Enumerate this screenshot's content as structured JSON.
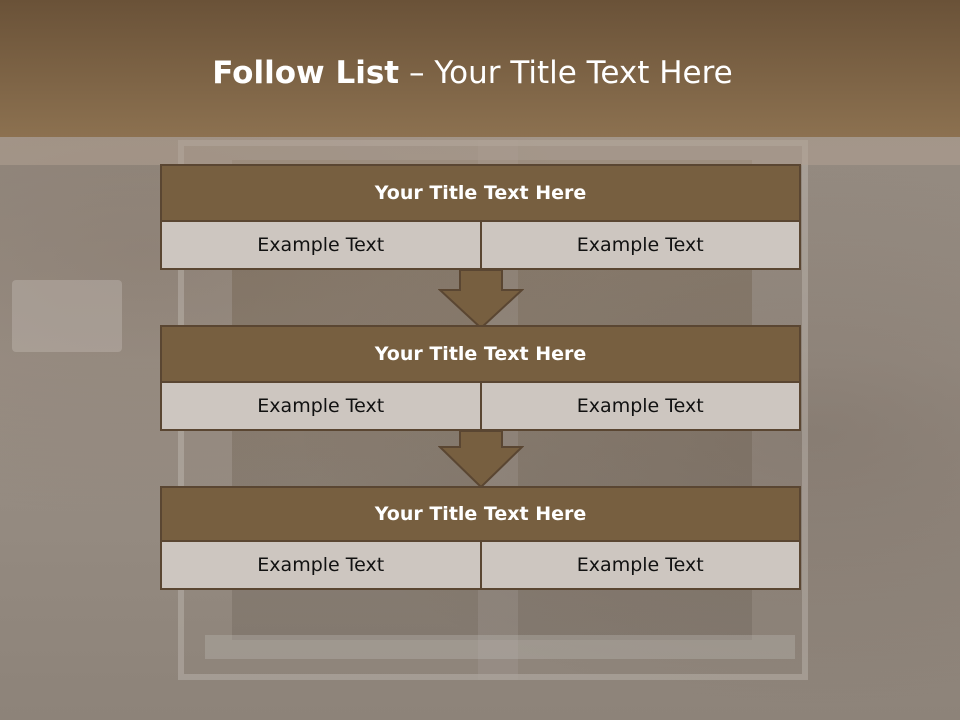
{
  "slide": {
    "title_bold": "Follow List",
    "title_rest": "– Your Title Text Here"
  },
  "blocks": [
    {
      "title": "Your Title Text Here",
      "left": "Example Text",
      "right": "Example Text"
    },
    {
      "title": "Your Title Text Here",
      "left": "Example Text",
      "right": "Example Text"
    },
    {
      "title": "Your Title Text Here",
      "left": "Example Text",
      "right": "Example Text"
    }
  ],
  "colors": {
    "header": "#7a5f40",
    "block_title": "#775f40",
    "block_cell": "#cdc6c0",
    "border": "#5a4632"
  }
}
